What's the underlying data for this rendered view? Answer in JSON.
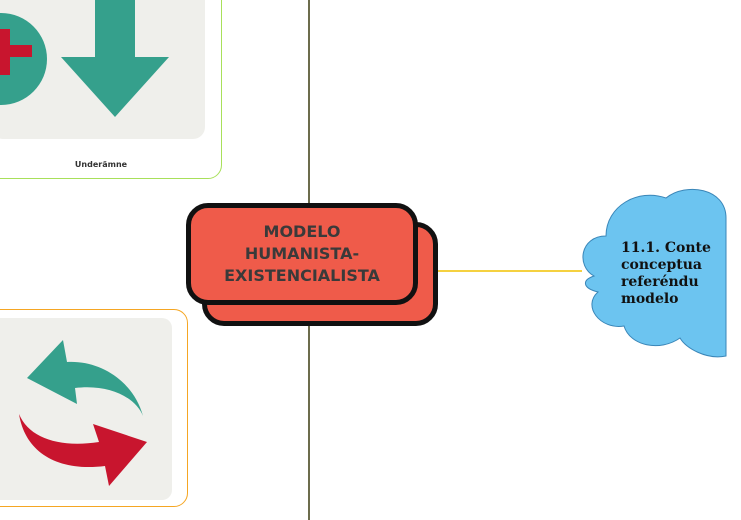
{
  "central_topic": {
    "label": "MODELO\nHUMANISTA-\nEXISTENCIALISTA"
  },
  "subtopic_card": {
    "caption": "Underämne",
    "icon": "arrow-down-plus-icon"
  },
  "bottom_card": {
    "icon": "refresh-arrows-icon"
  },
  "cloud_topic": {
    "label": "11.1. Conte\nconceptua\nreferéndu\nmodelo"
  },
  "colors": {
    "central_fill": "#ef5b4a",
    "central_border": "#111111",
    "teal": "#35a08c",
    "crimson": "#c8152e",
    "cloud": "#6cc4f0",
    "connector_olive": "#3b3b10",
    "connector_yellow": "#f2c200",
    "card_green_border": "#a8e05a",
    "card_orange_border": "#f5a623"
  }
}
